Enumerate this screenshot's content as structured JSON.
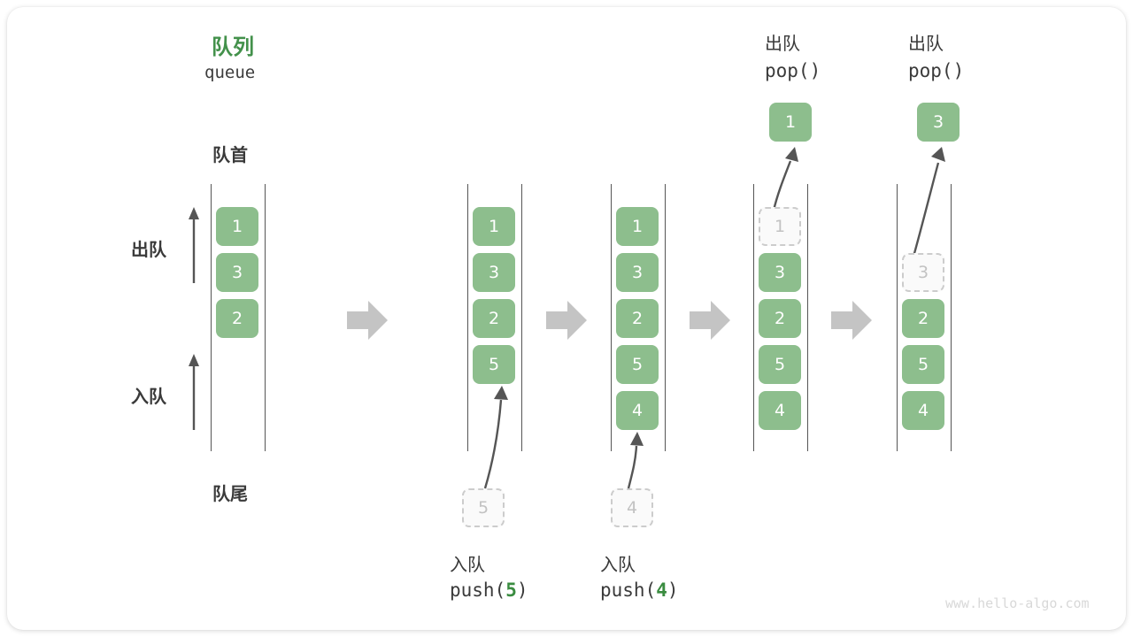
{
  "figure": {
    "title_cn": "队列",
    "title_en": "queue",
    "head_label": "队首",
    "tail_label": "队尾",
    "dequeue_label": "出队",
    "enqueue_label": "入队",
    "watermark": "www.hello-algo.com",
    "colors": {
      "accent_green": "#43914b",
      "node_green": "#8dbe8d",
      "ghost_gray": "#c2c2c2",
      "rail_gray": "#555555",
      "step_arrow_gray": "#c4c4c4",
      "text_dark": "#3a3a3a",
      "watermark_gray": "#d8d8d8"
    }
  },
  "steps": [
    {
      "id": "initial",
      "nodes": [
        "1",
        "3",
        "2"
      ],
      "ghost_index": null,
      "op_cn": null,
      "op_code": null,
      "op_arg": null,
      "popped_value": null
    },
    {
      "id": "push-5",
      "nodes": [
        "1",
        "3",
        "2",
        "5"
      ],
      "ghost_index": null,
      "incoming_value": "5",
      "op_cn": "入队",
      "op_code_prefix": "push(",
      "op_arg": "5",
      "op_code_suffix": ")",
      "popped_value": null
    },
    {
      "id": "push-4",
      "nodes": [
        "1",
        "3",
        "2",
        "5",
        "4"
      ],
      "ghost_index": null,
      "incoming_value": "4",
      "op_cn": "入队",
      "op_code_prefix": "push(",
      "op_arg": "4",
      "op_code_suffix": ")",
      "popped_value": null
    },
    {
      "id": "pop-1",
      "nodes": [
        "1",
        "3",
        "2",
        "5",
        "4"
      ],
      "ghost_index": 0,
      "op_cn": "出队",
      "op_code_prefix": "pop(",
      "op_arg": "",
      "op_code_suffix": ")",
      "popped_value": "1"
    },
    {
      "id": "pop-3",
      "nodes": [
        "3",
        "2",
        "5",
        "4"
      ],
      "ghost_index": 0,
      "op_cn": "出队",
      "op_code_prefix": "pop(",
      "op_arg": "",
      "op_code_suffix": ")",
      "popped_value": "3"
    }
  ],
  "nodes_flat": {
    "s0_n0": "1",
    "s0_n1": "3",
    "s0_n2": "2",
    "s1_n0": "1",
    "s1_n1": "3",
    "s1_n2": "2",
    "s1_n3": "5",
    "s1_incoming": "5",
    "s2_n0": "1",
    "s2_n1": "3",
    "s2_n2": "2",
    "s2_n3": "5",
    "s2_n4": "4",
    "s2_incoming": "4",
    "s3_n0": "1",
    "s3_n1": "3",
    "s3_n2": "2",
    "s3_n3": "5",
    "s3_n4": "4",
    "s3_popped": "1",
    "s4_n0": "3",
    "s4_n1": "2",
    "s4_n2": "5",
    "s4_n3": "4",
    "s4_popped": "3"
  },
  "op_labels": {
    "push5_cn": "入队",
    "push5_code_pre": "push(",
    "push5_arg": "5",
    "push5_code_post": ")",
    "push4_cn": "入队",
    "push4_code_pre": "push(",
    "push4_arg": "4",
    "push4_code_post": ")",
    "pop1_cn": "出队",
    "pop1_code": "pop()",
    "pop2_cn": "出队",
    "pop2_code": "pop()"
  }
}
